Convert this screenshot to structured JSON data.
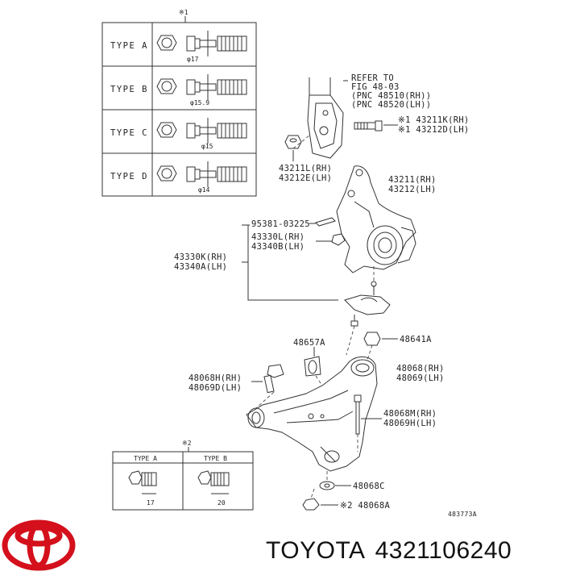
{
  "table1": {
    "note": "※1",
    "rows": [
      {
        "type": "TYPE A",
        "dim": "φ17"
      },
      {
        "type": "TYPE B",
        "dim": "φ15.9"
      },
      {
        "type": "TYPE C",
        "dim": "φ15"
      },
      {
        "type": "TYPE D",
        "dim": "φ14"
      }
    ]
  },
  "table2": {
    "note": "※2",
    "cols": [
      {
        "type": "TYPE A",
        "dim": "17"
      },
      {
        "type": "TYPE B",
        "dim": "20"
      }
    ]
  },
  "callouts": {
    "refer": [
      "REFER TO",
      "FIG 48-03",
      "(PNC 48510(RH))",
      "(PNC 48520(LH))"
    ],
    "bolt_top": [
      "※1 43211K(RH)",
      "※1 43212D(LH)"
    ],
    "nut_top": [
      "43211L(RH)",
      "43212E(LH)"
    ],
    "knuckle": [
      "43211(RH)",
      "43212(LH)"
    ],
    "cotter": "95381-03225",
    "ball_joint_nut": [
      "43330L(RH)",
      "43340B(LH)"
    ],
    "ball_joint": [
      "43330K(RH)",
      "43340A(LH)"
    ],
    "bushing": "48657A",
    "nut_48641": "48641A",
    "arm": [
      "48068(RH)",
      "48069(LH)"
    ],
    "bolt_left": [
      "48068H(RH)",
      "48069D(LH)"
    ],
    "bolt_right": [
      "48068M(RH)",
      "48069H(LH)"
    ],
    "washer": "48068C",
    "nut_bottom": "※2 48068A",
    "diagram_code": "483773A"
  },
  "brand": {
    "name": "TOYOTA",
    "part_number": "4321106240",
    "logo_color": "#d4101c"
  }
}
